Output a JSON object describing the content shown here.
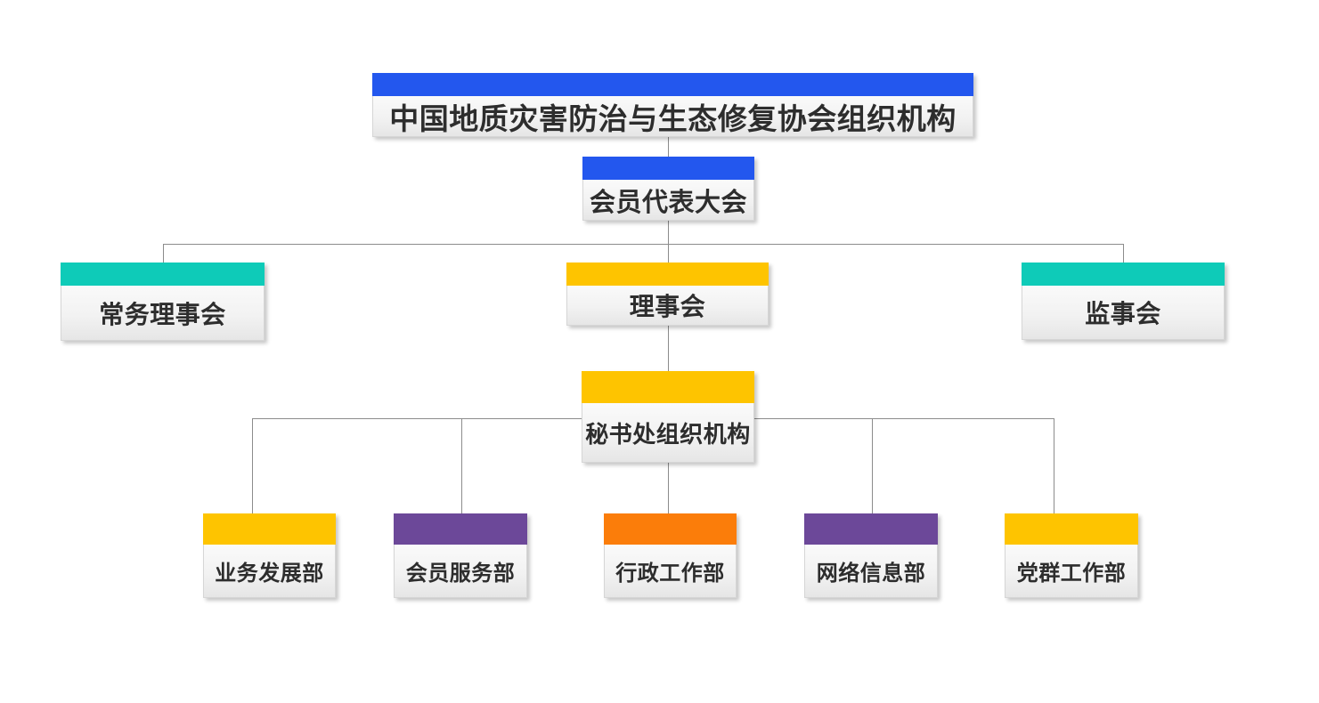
{
  "diagram": {
    "type": "org-chart",
    "title": "中国地质灾害防治与生态修复协会组织机构",
    "colors": {
      "blue": "#2357ee",
      "teal": "#0ecbb8",
      "yellow": "#fec400",
      "orange": "#fb7d0a",
      "purple": "#6c4899",
      "line": "#8c8c8c",
      "text": "#2d2d2d",
      "box_border": "#d6d6d6"
    },
    "nodes": {
      "title": {
        "label": "中国地质灾害防治与生态修复协会组织机构",
        "color": "#2357ee"
      },
      "assembly": {
        "label": "会员代表大会",
        "color": "#2357ee"
      },
      "standing_council": {
        "label": "常务理事会",
        "color": "#0ecbb8"
      },
      "council": {
        "label": "理事会",
        "color": "#fec400"
      },
      "supervisory_board": {
        "label": "监事会",
        "color": "#0ecbb8"
      },
      "secretariat": {
        "label": "秘书处组织机构",
        "color": "#fec400"
      },
      "dept_business": {
        "label": "业务发展部",
        "color": "#fec400"
      },
      "dept_member_service": {
        "label": "会员服务部",
        "color": "#6c4899"
      },
      "dept_admin": {
        "label": "行政工作部",
        "color": "#fb7d0a"
      },
      "dept_network_info": {
        "label": "网络信息部",
        "color": "#6c4899"
      },
      "dept_party": {
        "label": "党群工作部",
        "color": "#fec400"
      }
    },
    "hierarchy": [
      {
        "parent": "title",
        "children": [
          "assembly"
        ]
      },
      {
        "parent": "assembly",
        "children": [
          "standing_council",
          "council",
          "supervisory_board"
        ]
      },
      {
        "parent": "council",
        "children": [
          "secretariat"
        ]
      },
      {
        "parent": "secretariat",
        "children": [
          "dept_business",
          "dept_member_service",
          "dept_admin",
          "dept_network_info",
          "dept_party"
        ]
      }
    ]
  }
}
